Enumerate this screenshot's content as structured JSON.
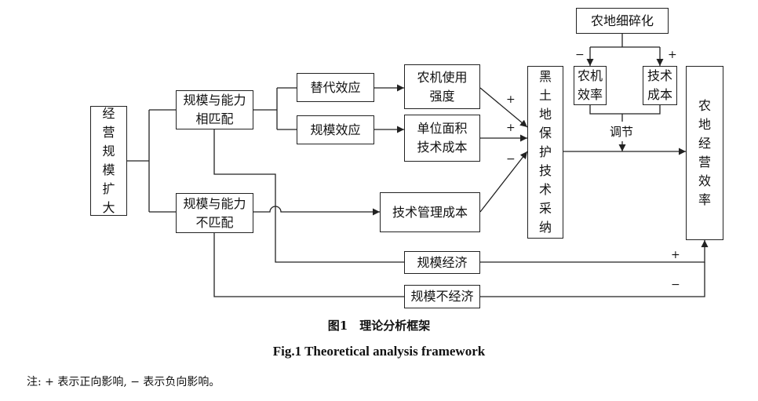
{
  "boxes": {
    "expansion": "经营规模扩大",
    "match": "规模与能力\n相匹配",
    "mismatch": "规模与能力\n不匹配",
    "substitution": "替代效应",
    "scale_effect": "规模效应",
    "machine_intensity": "农机使用\n强度",
    "unit_cost": "单位面积\n技术成本",
    "mgmt_cost": "技术管理成本",
    "adoption": "黑土地保护技术采纳",
    "fragmentation": "农地细碎化",
    "machine_efficiency": "农机\n效率",
    "tech_cost": "技术\n成本",
    "efficiency": "农地经营效率",
    "economies": "规模经济",
    "diseconomies": "规模不经济"
  },
  "labels": {
    "moderation": "调节"
  },
  "signs": {
    "frag_left": "−",
    "frag_right": "+",
    "intensity": "+",
    "unit_cost": "+",
    "mgmt_cost": "−",
    "economies": "+",
    "diseconomies": "−"
  },
  "caption_cn": "图1　理论分析框架",
  "caption_en": "Fig.1    Theoretical analysis framework",
  "note": "注: + 表示正向影响, − 表示负向影响。"
}
